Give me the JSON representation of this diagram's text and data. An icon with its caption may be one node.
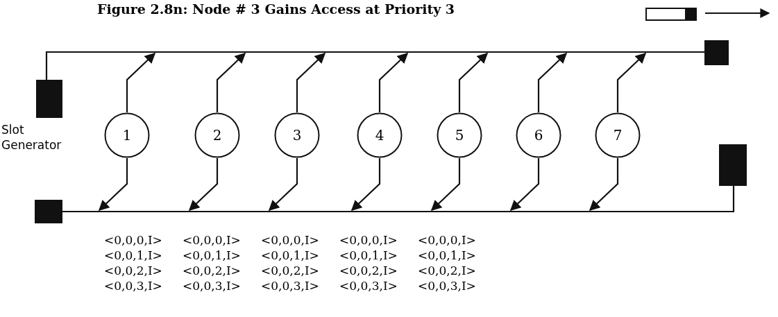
{
  "diagram": {
    "title": "Figure 2.8n: Node # 3 Gains Access at Priority 3",
    "nodes": [
      {
        "text": [],
        "shape": "bar",
        "beside": [
          "Slot Generator"
        ]
      },
      {
        "text": [],
        "shape": "bar"
      },
      {
        "text": [
          "1"
        ]
      },
      {
        "text": [
          "2"
        ]
      },
      {
        "text": [
          "3"
        ]
      },
      {
        "text": [
          "4"
        ]
      },
      {
        "text": [
          "5"
        ]
      },
      {
        "text": [
          "6"
        ]
      },
      {
        "text": [
          "7"
        ]
      },
      {
        "text": [],
        "shape": "bar"
      },
      {
        "text": [],
        "shape": "bar"
      }
    ],
    "edges": [
      {
        "from": 0,
        "to": 1,
        "arrow": "none"
      },
      {
        "from": 2,
        "to": null,
        "arrow": "to"
      },
      {
        "from": 3,
        "to": null,
        "arrow": "to"
      },
      {
        "from": 4,
        "to": null,
        "arrow": "to"
      },
      {
        "from": 5,
        "to": null,
        "arrow": "to"
      },
      {
        "from": 6,
        "to": null,
        "arrow": "to"
      },
      {
        "from": 7,
        "to": null,
        "arrow": "to"
      },
      {
        "from": 8,
        "to": null,
        "arrow": "to"
      },
      {
        "from": 9,
        "to": 10,
        "arrow": "none"
      },
      {
        "from": 2,
        "to": null,
        "arrow": "to"
      },
      {
        "from": 3,
        "to": null,
        "arrow": "to"
      },
      {
        "from": 4,
        "to": null,
        "arrow": "to"
      },
      {
        "from": 5,
        "to": null,
        "arrow": "to"
      },
      {
        "from": 6,
        "to": null,
        "arrow": "to"
      },
      {
        "from": 7,
        "to": null,
        "arrow": "to"
      },
      {
        "from": 8,
        "to": null,
        "arrow": "to"
      }
    ],
    "labels": [
      "<0,0,0,I>",
      "<0,0,0,I>",
      "<0,0,0,I>",
      "<0,0,0,I>",
      "<0,0,0,I>",
      "<0,0,1,I>",
      "<0,0,1,I>",
      "<0,0,1,I>",
      "<0,0,1,I>",
      "<0,0,1,I>",
      "<0,0,2,I>",
      "<0,0,2,I>",
      "<0,0,2,I>",
      "<0,0,2,I>",
      "<0,0,2,I>",
      "<0,0,3,I>",
      "<0,0,3,I>",
      "<0,0,3,I>",
      "<0,0,3,I>",
      "<0,0,3,I>"
    ]
  }
}
